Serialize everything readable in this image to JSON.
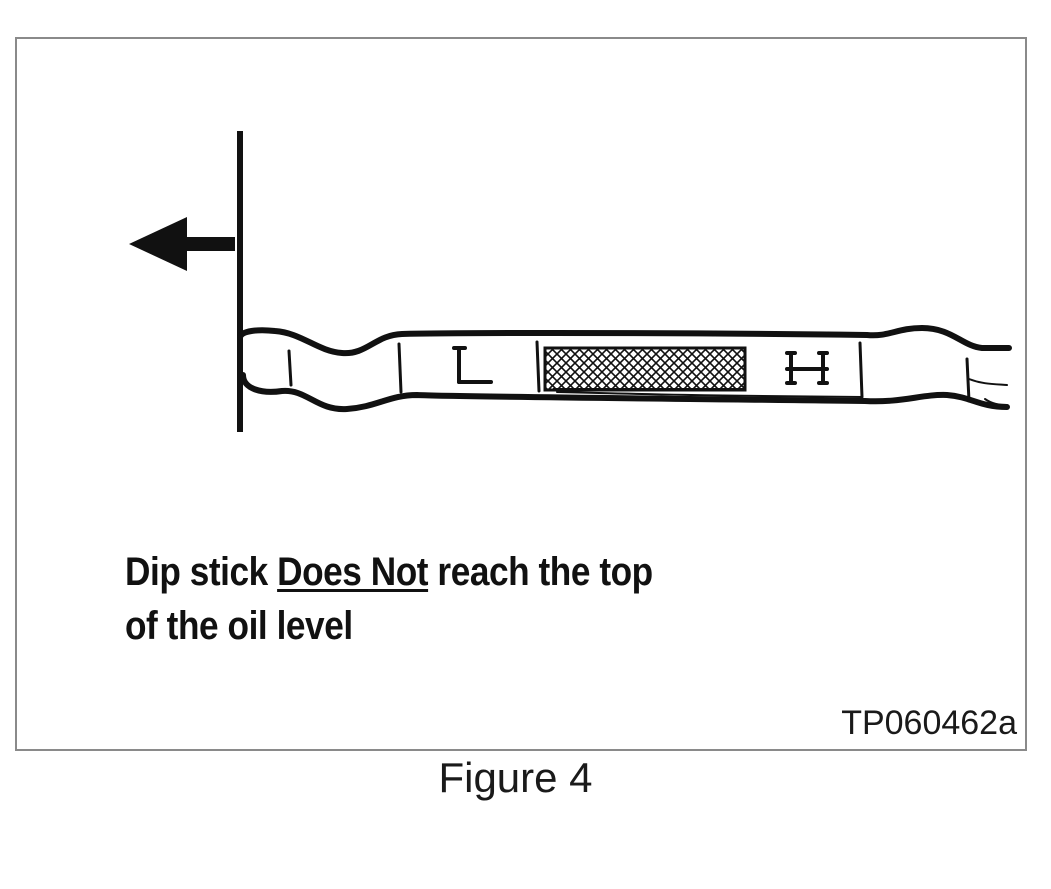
{
  "caption": {
    "line1_before": "Dip stick ",
    "line1_emphasis": "Does Not",
    "line1_after": " reach the top",
    "line2": "of the oil level"
  },
  "dipstick": {
    "low_mark": "L",
    "high_mark": "H"
  },
  "figure_code": "TP060462a",
  "figure_label": "Figure 4",
  "colors": {
    "ink": "#111111",
    "frame": "#8a8a8a",
    "background": "#ffffff"
  }
}
